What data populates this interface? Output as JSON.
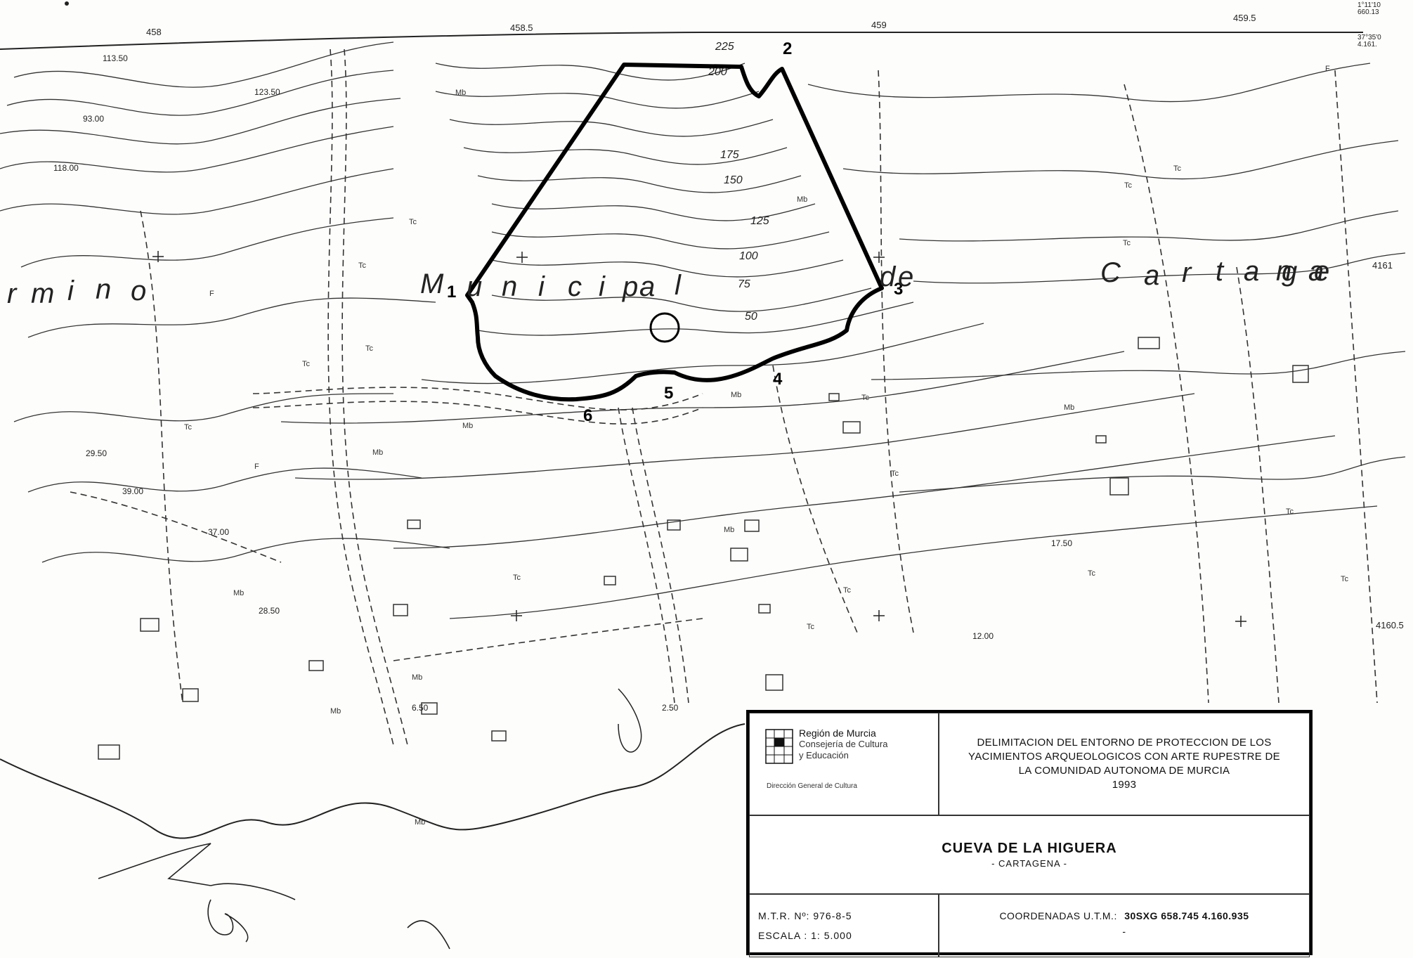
{
  "grid_labels": {
    "top": [
      "458",
      "458.5",
      "459",
      "459.5"
    ],
    "corner_top_right": [
      "1°11'10",
      "660.13",
      "37°35'0",
      "4.161."
    ],
    "right": [
      "4161",
      "4160.5"
    ]
  },
  "boundary_points": [
    "1",
    "2",
    "3",
    "4",
    "5",
    "6"
  ],
  "contour_labels": [
    "225",
    "200",
    "175",
    "150",
    "125",
    "100",
    "75",
    "50"
  ],
  "spot_heights": [
    "113.50",
    "123.50",
    "93.00",
    "118.00",
    "29.50",
    "39.00",
    "37.00",
    "28.50",
    "17.50",
    "12.00",
    "6.50",
    "2.50"
  ],
  "zone_labels": [
    "Mb",
    "Tc",
    "F"
  ],
  "place_name_letters": [
    "r",
    "m",
    "i",
    "n",
    "o",
    "M",
    "u",
    "n",
    "i",
    "c",
    "i",
    "p",
    "a",
    "l",
    "d",
    "e",
    "C",
    "a",
    "r",
    "t",
    "a",
    "g",
    "e",
    "n",
    "a"
  ],
  "title_block": {
    "org": {
      "name": "Región de Murcia",
      "department_line1": "Consejería de Cultura",
      "department_line2": "y Educación",
      "direction": "Dirección General de Cultura"
    },
    "project": {
      "line1": "DELIMITACION DEL ENTORNO DE PROTECCION DE LOS",
      "line2": "YACIMIENTOS ARQUEOLOGICOS CON ARTE RUPESTRE DE",
      "line3": "LA COMUNIDAD AUTONOMA DE MURCIA",
      "year": "1993"
    },
    "site_name": "CUEVA DE LA HIGUERA",
    "municipality": "- CARTAGENA -",
    "mtr": "M.T.R. Nº:  976-8-5",
    "scale": "ESCALA  : 1: 5.000",
    "coord_label": "COORDENADAS U.T.M.:",
    "coord_value": "30SXG 658.745 4.160.935",
    "coord_sub": "-"
  },
  "colors": {
    "ink": "#111111",
    "paper": "#fdfdfb",
    "boundary": "#000000"
  }
}
